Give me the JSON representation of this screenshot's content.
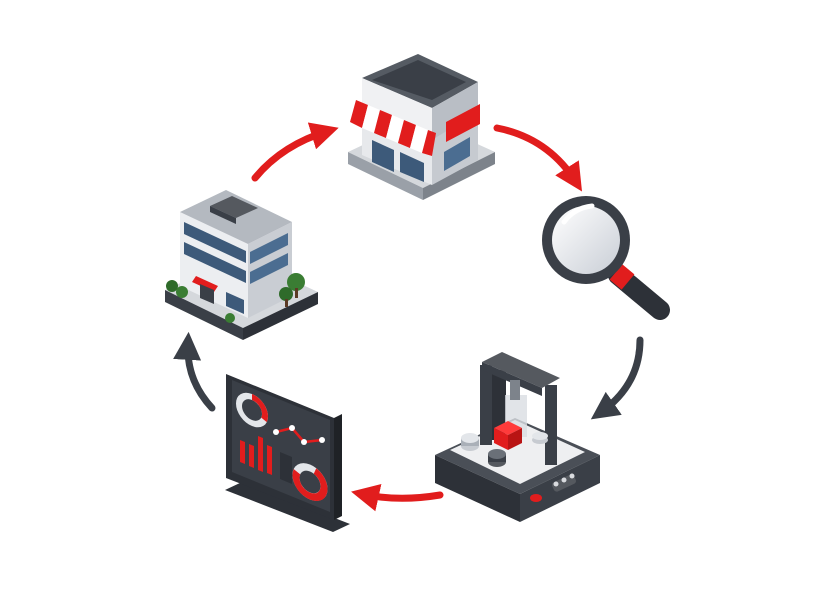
{
  "diagram": {
    "type": "cycle",
    "direction": "clockwise",
    "nodes": [
      {
        "id": "storefront",
        "icon": "storefront-icon"
      },
      {
        "id": "inspection",
        "icon": "magnifying-glass-icon"
      },
      {
        "id": "testing",
        "icon": "test-rig-machine-icon"
      },
      {
        "id": "analytics",
        "icon": "analytics-dashboard-icon"
      },
      {
        "id": "headquarters",
        "icon": "office-building-icon"
      }
    ],
    "arrows": [
      {
        "from": "headquarters",
        "to": "storefront",
        "color": "#e11d1d"
      },
      {
        "from": "storefront",
        "to": "inspection",
        "color": "#e11d1d"
      },
      {
        "from": "inspection",
        "to": "testing",
        "color": "#3a3f47"
      },
      {
        "from": "testing",
        "to": "analytics",
        "color": "#e11d1d"
      },
      {
        "from": "analytics",
        "to": "headquarters",
        "color": "#3a3f47"
      }
    ]
  },
  "colors": {
    "accent_red": "#e11d1d",
    "dark_gray": "#3a3f47",
    "light_gray": "#d9dbdf",
    "white": "#f7f7f8"
  }
}
